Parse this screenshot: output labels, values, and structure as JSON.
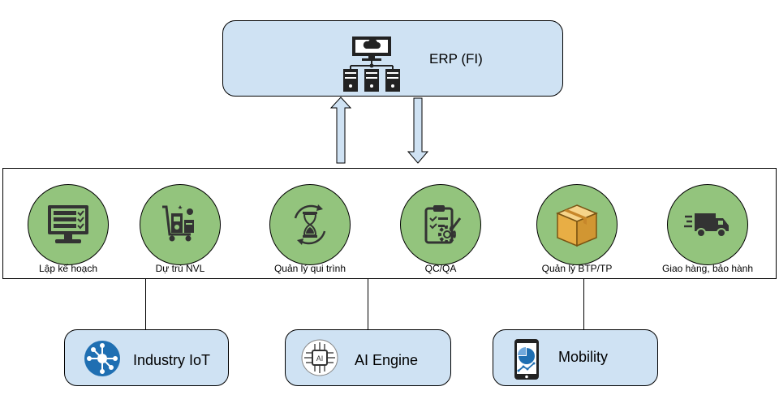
{
  "erp": {
    "label": "ERP (FI)",
    "icon": "server-network-icon"
  },
  "modules": [
    {
      "label": "Lập kế hoạch",
      "icon": "planning-monitor-icon"
    },
    {
      "label": "Dự trù NVL",
      "icon": "material-cart-icon"
    },
    {
      "label": "Quản lý qui trình",
      "icon": "hourglass-cycle-icon"
    },
    {
      "label": "QC/QA",
      "icon": "clipboard-gear-icon"
    },
    {
      "label": "Quản lý BTP/TP",
      "icon": "box-icon"
    },
    {
      "label": "Giao hàng, bảo hành",
      "icon": "delivery-truck-icon"
    }
  ],
  "integrations": [
    {
      "label": "Industry IoT",
      "icon": "iot-network-icon"
    },
    {
      "label": "AI Engine",
      "icon": "ai-chip-icon"
    },
    {
      "label": "Mobility",
      "icon": "mobile-chart-icon"
    }
  ],
  "colors": {
    "box_fill": "#cfe2f3",
    "module_fill": "#93c47d",
    "border": "#000000",
    "dark_icon": "#333333",
    "box_icon_fill": "#f2c05a",
    "iot_blue": "#1f6fb2"
  }
}
